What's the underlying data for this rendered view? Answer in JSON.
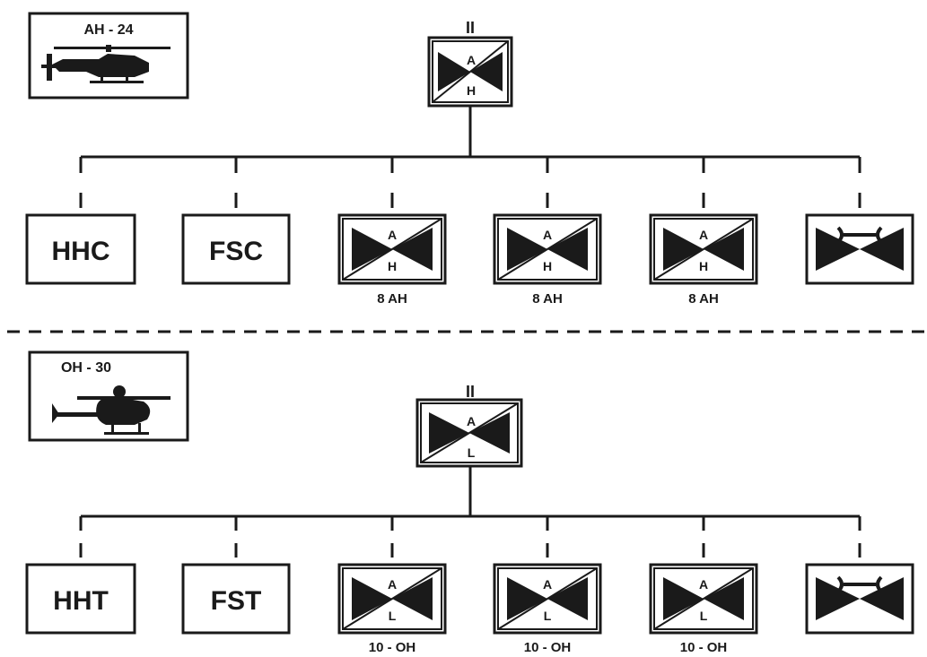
{
  "colors": {
    "ink": "#1a1a1a",
    "background": "#ffffff"
  },
  "sections": [
    {
      "id": "attack",
      "aircraft": {
        "label": "AH - 24",
        "icon": "attack-helicopter-icon"
      },
      "battalion": {
        "echelon": "II",
        "top": "A",
        "bottom": "H"
      },
      "units": [
        {
          "type": "text",
          "label": "HHC"
        },
        {
          "type": "text",
          "label": "FSC"
        },
        {
          "type": "aviation",
          "top": "A",
          "bottom": "H",
          "caption": "8 AH"
        },
        {
          "type": "aviation",
          "top": "A",
          "bottom": "H",
          "caption": "8 AH"
        },
        {
          "type": "aviation",
          "top": "A",
          "bottom": "H",
          "caption": "8 AH"
        },
        {
          "type": "maintenance"
        }
      ]
    },
    {
      "id": "recon",
      "aircraft": {
        "label": "OH - 30",
        "icon": "scout-helicopter-icon"
      },
      "battalion": {
        "echelon": "II",
        "top": "A",
        "bottom": "L"
      },
      "units": [
        {
          "type": "text",
          "label": "HHT"
        },
        {
          "type": "text",
          "label": "FST"
        },
        {
          "type": "aviation",
          "top": "A",
          "bottom": "L",
          "caption": "10 - OH"
        },
        {
          "type": "aviation",
          "top": "A",
          "bottom": "L",
          "caption": "10 - OH"
        },
        {
          "type": "aviation",
          "top": "A",
          "bottom": "L",
          "caption": "10 - OH"
        },
        {
          "type": "maintenance"
        }
      ]
    }
  ]
}
